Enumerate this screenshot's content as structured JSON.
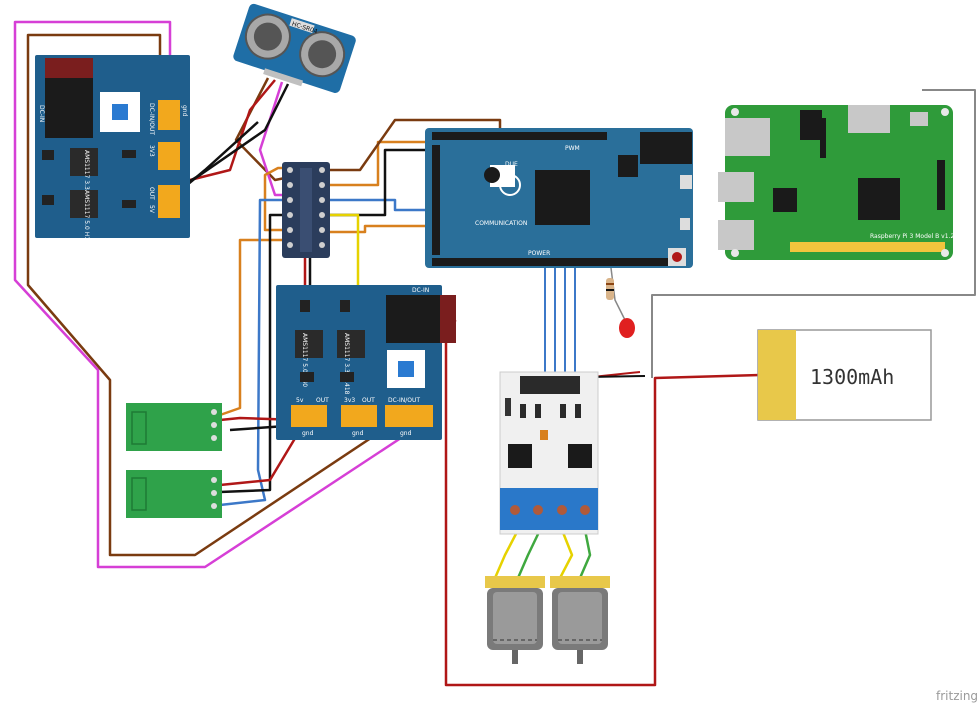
{
  "watermark": "fritzing",
  "battery": {
    "capacity_label": "1300mAh"
  },
  "regulator_top": {
    "dcin_label": "DC-IN",
    "chip1": "AMS1117 3.3 H1418",
    "chip2": "AMS1117 5.0 H1418",
    "pin_dc": "DC-IN/OUT",
    "pin_gnd": "gnd",
    "pin_3v3": "3V3",
    "pin_out": "OUT",
    "pin_5v": "5V"
  },
  "regulator_bottom": {
    "dcin_label": "DC-IN",
    "chip1": "AMS1117 5.0 Q40",
    "chip2": "AMS1117 3.3 H1418",
    "pin_5v": "5v",
    "pin_gnd1": "gnd",
    "pin_3v3": "3v3",
    "pin_gnd2": "gnd",
    "pin_dc": "DC-IN/OUT",
    "pin_gnd3": "gnd",
    "pin_out1": "OUT",
    "pin_out2": "OUT"
  },
  "ultrasonic": {
    "model": "HC-SR04"
  },
  "arduino": {
    "model": "DUE",
    "power_label": "POWER",
    "comm_label": "COMMUNICATION",
    "pwm_label": "PWM"
  },
  "raspberry": {
    "label": "Raspberry Pi 3 Model B v1.2"
  },
  "colors": {
    "board_blue": "#1f5e8c",
    "arduino_blue": "#2a6f9a",
    "pi_green": "#2f9b3a",
    "wire_red": "#b01717",
    "wire_brown": "#7a3b10",
    "wire_pink": "#d63fd6",
    "wire_yellow": "#e6d200",
    "wire_blue": "#3c78c8",
    "wire_orange": "#d8801e",
    "wire_black": "#111111",
    "wire_gray": "#888888",
    "wire_green": "#3fa83f"
  }
}
